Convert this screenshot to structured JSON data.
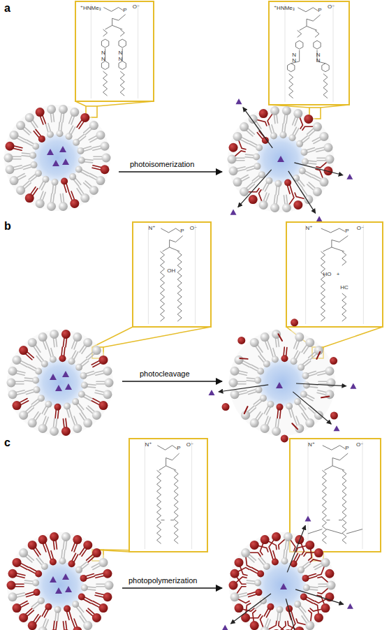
{
  "diagram": {
    "labels": [
      "a",
      "⁺HNMe₃",
      "P",
      "O⁻",
      "N",
      "N",
      "N",
      "N",
      "photoisomerization",
      "⁺HNMe₃",
      "P",
      "O⁻",
      "N",
      "N",
      "N",
      "N",
      "b",
      "N⁺",
      "P",
      "O⁻",
      "OH",
      "photocleavage",
      "N⁺",
      "P",
      "O⁻",
      "HO",
      "+",
      "HC",
      "c",
      "N⁺",
      "P",
      "O⁻",
      "photopolymerization",
      "N⁺",
      "P",
      "O⁻"
    ]
  }
}
